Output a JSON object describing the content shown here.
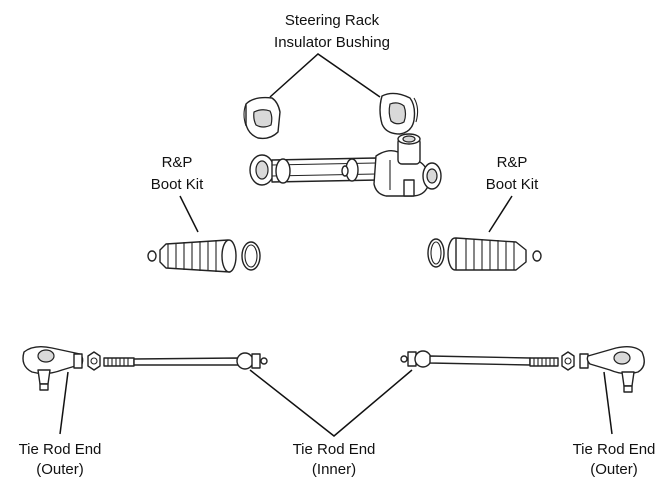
{
  "labels": {
    "bushing_line1": "Steering Rack",
    "bushing_line2": "Insulator Bushing",
    "boot_left_line1": "R&P",
    "boot_left_line2": "Boot Kit",
    "boot_right_line1": "R&P",
    "boot_right_line2": "Boot Kit",
    "outer_left_line1": "Tie Rod End",
    "outer_left_line2": "(Outer)",
    "inner_line1": "Tie Rod End",
    "inner_line2": "(Inner)",
    "outer_right_line1": "Tie Rod End",
    "outer_right_line2": "(Outer)"
  }
}
